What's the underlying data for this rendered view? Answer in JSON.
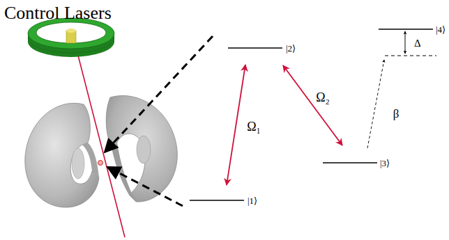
{
  "diagram": {
    "title": "Control Lasers",
    "labels": [
      "|2⟩",
      "|4⟩",
      "Δ",
      "Ω₂",
      "β",
      "Ω₁",
      "|3⟩",
      "|1⟩"
    ]
  }
}
